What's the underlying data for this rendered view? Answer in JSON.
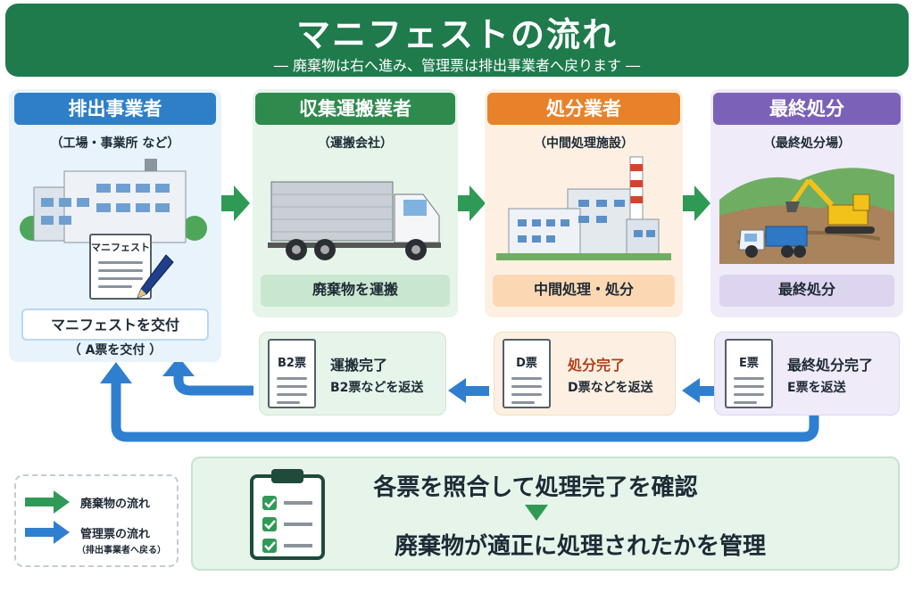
{
  "header": {
    "title": "マニフェストの流れ",
    "subtitle": "― 廃棄物は右へ進み、管理票は排出事業者へ戻ります ―"
  },
  "stages": [
    {
      "title": "排出事業者",
      "subtitle": "（工場・事業所 など）",
      "action": "マニフェストを交付",
      "note": "（ A票を交付 ）",
      "doc_label": "マニフェスト",
      "color": "#2f7fc6"
    },
    {
      "title": "収集運搬業者",
      "subtitle": "（運搬会社）",
      "action": "廃棄物を運搬",
      "color": "#2f8a4e"
    },
    {
      "title": "処分業者",
      "subtitle": "（中間処理施設）",
      "action": "中間処理・処分",
      "color": "#e8822a"
    },
    {
      "title": "最終処分",
      "subtitle": "（最終処分場）",
      "action": "最終処分",
      "color": "#7b62b8"
    }
  ],
  "returns": [
    {
      "doc": "B2票",
      "title": "運搬完了",
      "text": "B2票などを返送"
    },
    {
      "doc": "D票",
      "title": "処分完了",
      "text": "D票などを返送",
      "title_color": "#b2401a"
    },
    {
      "doc": "E票",
      "title": "最終処分完了",
      "text": "E票を返送"
    }
  ],
  "legend": {
    "waste_flow": "廃棄物の流れ",
    "manifest_flow": "管理票の流れ",
    "manifest_note": "（排出事業者へ戻る）",
    "colors": {
      "waste": "#2f9a55",
      "manifest": "#2f7fd0"
    }
  },
  "summary": {
    "line1": "各票を照合して処理完了を確認",
    "line2": "廃棄物が適正に処理されたかを管理",
    "icon": "clipboard-checklist-icon"
  }
}
